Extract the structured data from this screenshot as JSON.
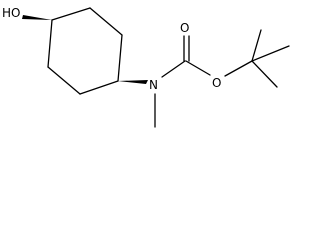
{
  "molecule": {
    "atoms": {
      "hydroxyl": "HO",
      "nitrogen": "N",
      "carbonyl_oxygen": "O",
      "ester_oxygen": "O"
    }
  }
}
